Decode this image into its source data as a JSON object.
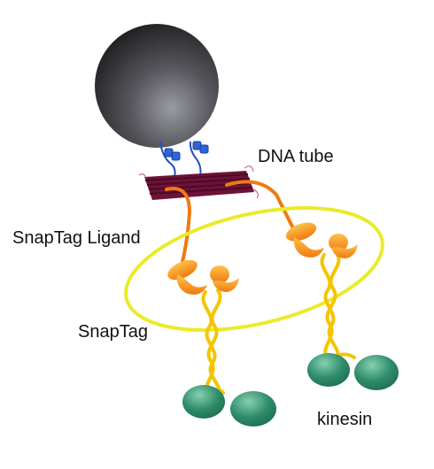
{
  "labels": {
    "dna_tube": "DNA tube",
    "snaptag_ligand": "SnapTag Ligand",
    "snaptag": "SnapTag",
    "kinesin": "kinesin"
  },
  "colors": {
    "bead_dark": "#1c1c1e",
    "bead_light": "#9a9aa2",
    "dna_tube": "#6e1238",
    "dna_tube_dark": "#4a0a24",
    "linker_blue": "#1f4fbf",
    "linker_orange": "#f07a10",
    "snaptag_orange": "#f28a14",
    "snaptag_light": "#ffc24a",
    "coil_yellow": "#f5c400",
    "highlight_ellipse": "#eaeb2a",
    "kinesin_head": "#2e8c6a",
    "kinesin_light": "#86d0b0"
  },
  "icons": [
    "bead",
    "dna-tube",
    "snaptag-protein",
    "kinesin-head"
  ]
}
